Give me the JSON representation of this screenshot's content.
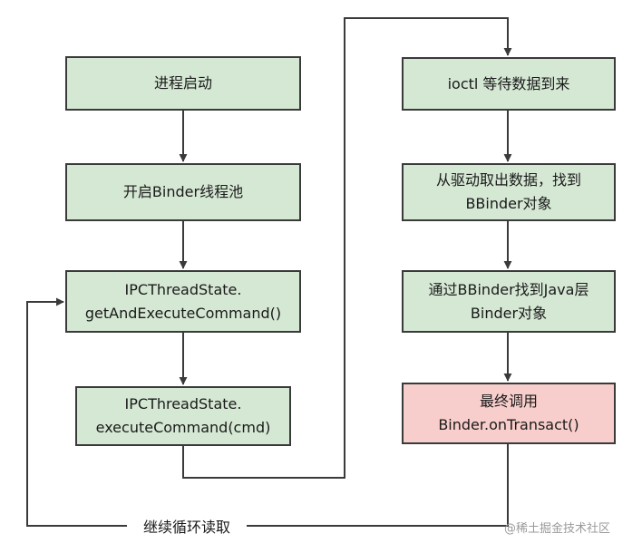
{
  "nodes": {
    "start": {
      "line1": "进程启动"
    },
    "threadpool": {
      "line1": "开启Binder线程池"
    },
    "get_and_execute": {
      "line1": "IPCThreadState.",
      "line2": "getAndExecuteCommand()"
    },
    "execute": {
      "line1": "IPCThreadState.",
      "line2": "executeCommand(cmd)"
    },
    "ioctl": {
      "line1": "ioctl 等待数据到来"
    },
    "fetch": {
      "line1": "从驱动取出数据，找到",
      "line2": "BBinder对象"
    },
    "find_java": {
      "line1": "通过BBinder找到Java层",
      "line2": "Binder对象"
    },
    "transact": {
      "line1": "最终调用",
      "line2": "Binder.onTransact()"
    }
  },
  "loop_label": "继续循环读取",
  "watermark": "@稀土掘金技术社区",
  "colors": {
    "node_fill": "#d5e8d4",
    "final_fill": "#f8cecc",
    "stroke": "#3a3a3a"
  }
}
